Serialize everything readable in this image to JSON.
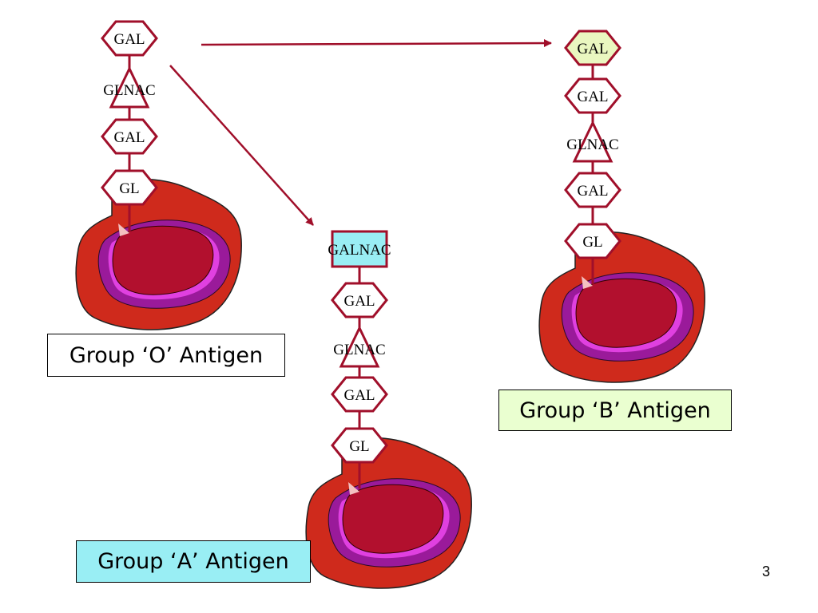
{
  "colors": {
    "chain": "#a00f2a",
    "arrow": "#a00f2a",
    "cell_outer": "#c8201c",
    "cell_mid": "#8a1080",
    "cell_inner": "#b0102c",
    "node_fill": "#ffffff",
    "a_terminal_fill": "#99eef4",
    "b_terminal_fill": "#eaf7c0",
    "caption_a_bg": "#99eef4",
    "caption_b_bg": "#eaffd0",
    "caption_o_bg": "#ffffff"
  },
  "chains": {
    "o": {
      "nodes": [
        {
          "label": "GAL",
          "shape": "hexagon"
        },
        {
          "label": "GLNAC",
          "shape": "triangle"
        },
        {
          "label": "GAL",
          "shape": "hexagon"
        },
        {
          "label": "GL",
          "shape": "hexagon"
        }
      ]
    },
    "a": {
      "nodes": [
        {
          "label": "GALNAC",
          "shape": "square"
        },
        {
          "label": "GAL",
          "shape": "hexagon"
        },
        {
          "label": "GLNAC",
          "shape": "triangle"
        },
        {
          "label": "GAL",
          "shape": "hexagon"
        },
        {
          "label": "GL",
          "shape": "hexagon"
        }
      ]
    },
    "b": {
      "nodes": [
        {
          "label": "GAL",
          "shape": "hexagon"
        },
        {
          "label": "GAL",
          "shape": "hexagon"
        },
        {
          "label": "GLNAC",
          "shape": "triangle"
        },
        {
          "label": "GAL",
          "shape": "hexagon"
        },
        {
          "label": "GL",
          "shape": "hexagon"
        }
      ]
    }
  },
  "captions": {
    "o": "Group ‘O’ Antigen",
    "a": "Group ‘A’ Antigen",
    "b": "Group ‘B’ Antigen"
  },
  "page_number": "3"
}
